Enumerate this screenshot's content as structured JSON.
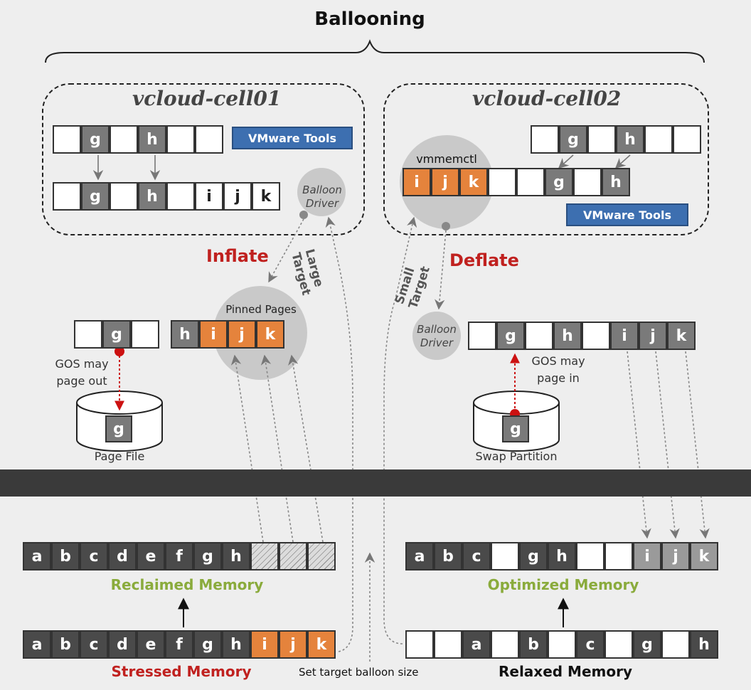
{
  "title": "Ballooning",
  "hosts": {
    "left": "vcloud-cell01",
    "right": "vcloud-cell02"
  },
  "badges": {
    "tools_left": "VMware Tools",
    "tools_right": "VMware Tools"
  },
  "labels": {
    "balloon_driver_1": "Balloon\nDriver",
    "balloon_driver_2": "Balloon\nDriver",
    "vmmemctl": "vmmemctl",
    "inflate": "Inflate",
    "deflate": "Deflate",
    "large_target": "Large\nTarget",
    "small_target": "Small\nTarget",
    "pinned_pages": "Pinned Pages",
    "gos_page_out": "GOS may\npage out",
    "gos_page_in": "GOS may\npage in",
    "page_file": "Page File",
    "swap_partition": "Swap Partition",
    "reclaimed_memory": "Reclaimed Memory",
    "optimized_memory": "Optimized Memory",
    "stressed_memory": "Stressed Memory",
    "relaxed_memory": "Relaxed Memory",
    "set_target": "Set target balloon size"
  },
  "rows": {
    "cell01_top": [
      "",
      "g",
      "",
      "h",
      "",
      ""
    ],
    "cell01_bottom": [
      "",
      "g",
      "",
      "h",
      "",
      "i",
      "j",
      "k"
    ],
    "cell02_top": [
      "",
      "g",
      "",
      "h",
      "",
      ""
    ],
    "cell02_bottom": [
      "i",
      "j",
      "k",
      "",
      "",
      "g",
      "",
      "h"
    ],
    "mid_left": [
      "",
      "g",
      "",
      "h",
      "i",
      "j",
      "k"
    ],
    "mid_right": [
      "",
      "g",
      "",
      "h",
      "",
      "i",
      "j",
      "k"
    ],
    "disk_left": [
      "g"
    ],
    "disk_right": [
      "g"
    ],
    "reclaimed": [
      "a",
      "b",
      "c",
      "d",
      "e",
      "f",
      "g",
      "h",
      "",
      "",
      ""
    ],
    "stressed": [
      "a",
      "b",
      "c",
      "d",
      "e",
      "f",
      "g",
      "h",
      "i",
      "j",
      "k"
    ],
    "optimized": [
      "a",
      "b",
      "c",
      "",
      "g",
      "h",
      "",
      "",
      "i",
      "j",
      "k"
    ],
    "relaxed": [
      "",
      "",
      "a",
      "",
      "b",
      "",
      "c",
      "",
      "g",
      "",
      "h"
    ]
  },
  "colors": {
    "orange_page": "#e5833c",
    "gray_page": "#7a7a7a",
    "dark_page": "#4a4a4a",
    "red_text": "#c0211f",
    "green_text": "#8aab3c",
    "blue_badge": "#3d6fb0",
    "red_dot": "#cc1111"
  }
}
